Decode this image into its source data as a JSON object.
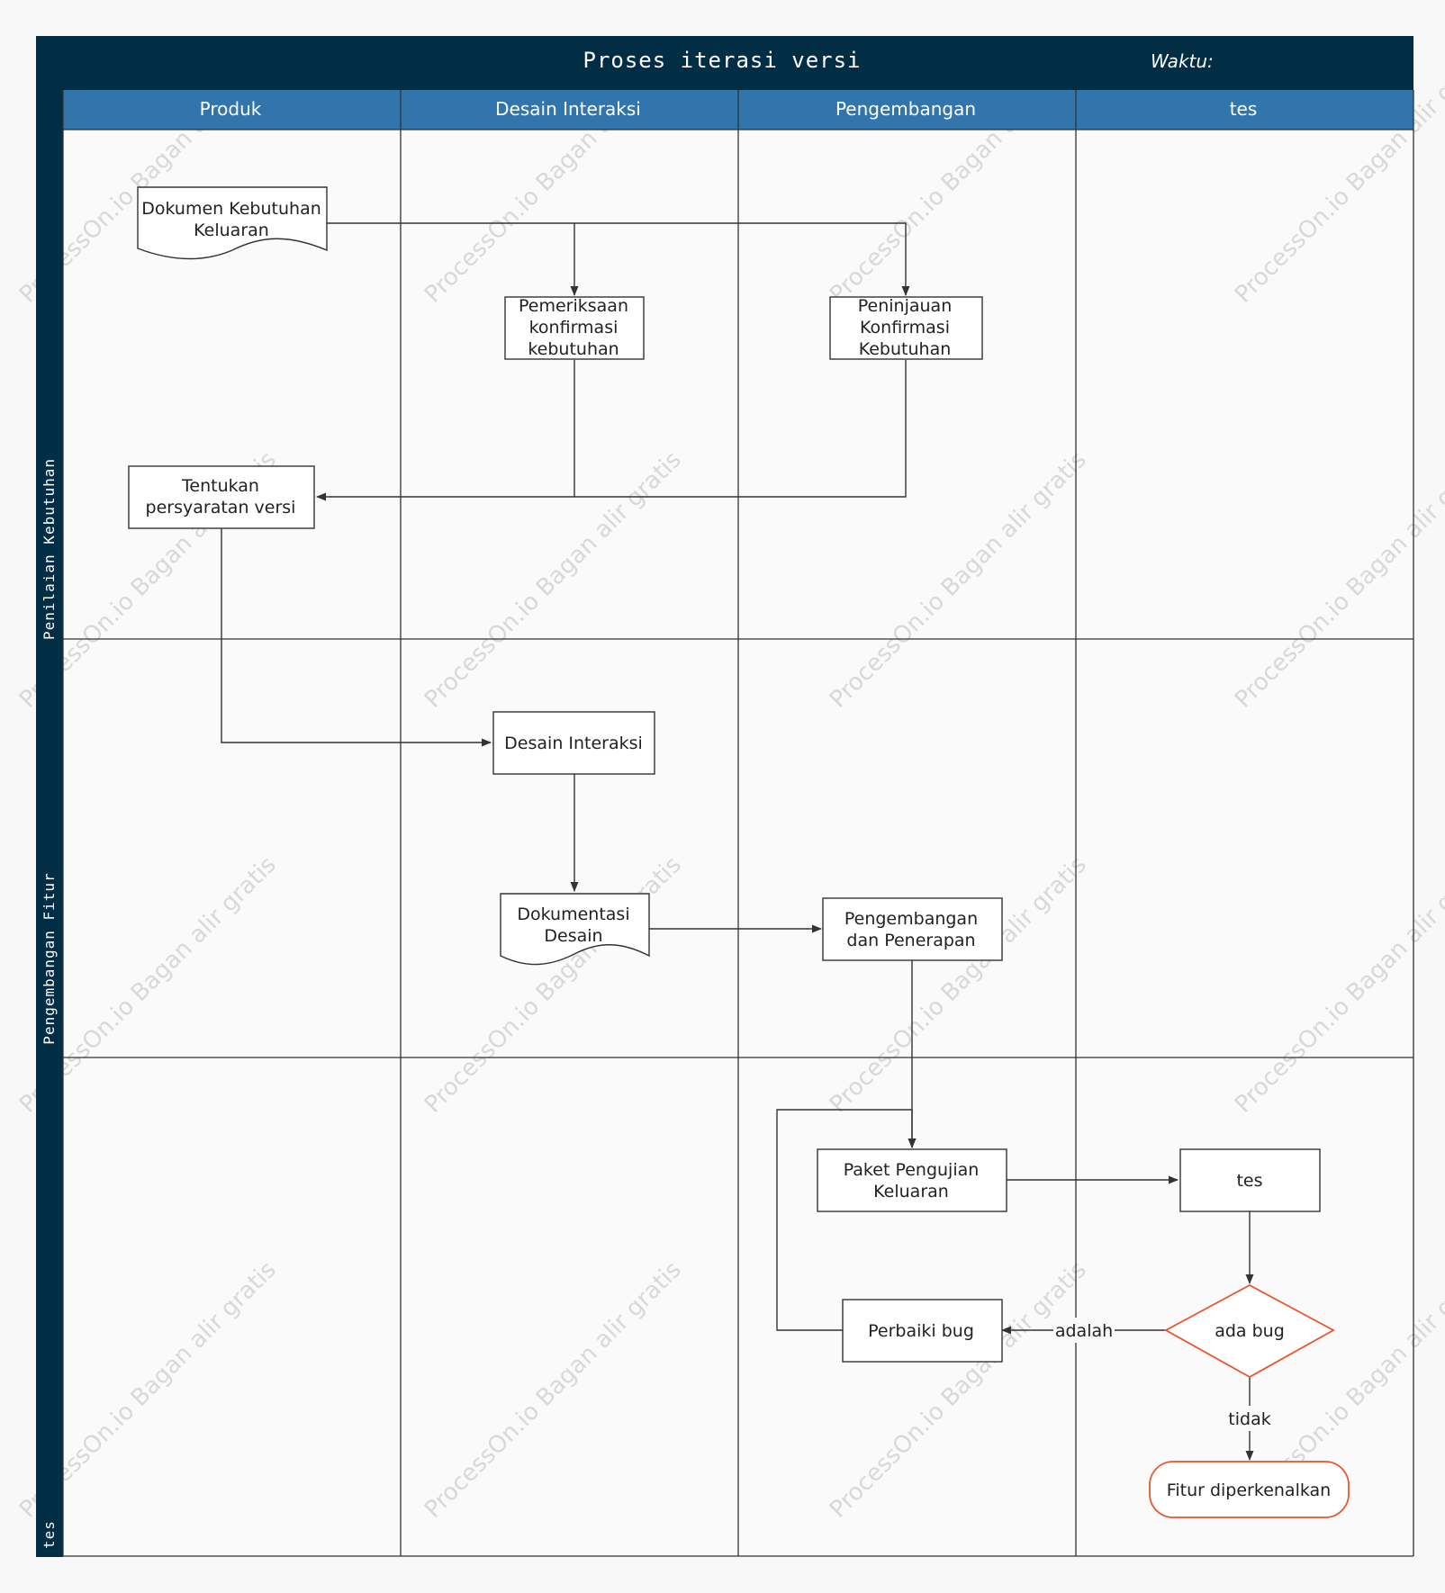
{
  "diagram": {
    "title": "Proses iterasi versi",
    "time_label": "Waktu:",
    "columns": [
      "Produk",
      "Desain Interaksi",
      "Pengembangan",
      "tes"
    ],
    "rows": [
      "Penilaian Kebutuhan",
      "Pengembangan Fitur",
      "tes"
    ],
    "watermark": "ProcessOn.io Bagan alir gratis",
    "nodes": {
      "doc_req": [
        "Dokumen Kebutuhan",
        "Keluaran"
      ],
      "check_req": [
        "Pemeriksaan",
        "konfirmasi",
        "kebutuhan"
      ],
      "review_req": [
        "Peninjauan",
        "Konfirmasi",
        "Kebutuhan"
      ],
      "set_req": [
        "Tentukan",
        "persyaratan versi"
      ],
      "design": [
        "Desain Interaksi"
      ],
      "design_doc": [
        "Dokumentasi",
        "Desain"
      ],
      "dev": [
        "Pengembangan",
        "dan Penerapan"
      ],
      "test_pkg": [
        "Paket Pengujian",
        "Keluaran"
      ],
      "test": [
        "tes"
      ],
      "decision": [
        "ada bug"
      ],
      "fix": [
        "Perbaiki bug"
      ],
      "release": [
        "Fitur diperkenalkan"
      ]
    },
    "edge_labels": {
      "yes": "adalah",
      "no": "tidak"
    },
    "colors": {
      "header": "#012d45",
      "column_header": "#3275ad",
      "line": "#333333",
      "decision": "#e6572e",
      "background": "#fafafa"
    }
  }
}
